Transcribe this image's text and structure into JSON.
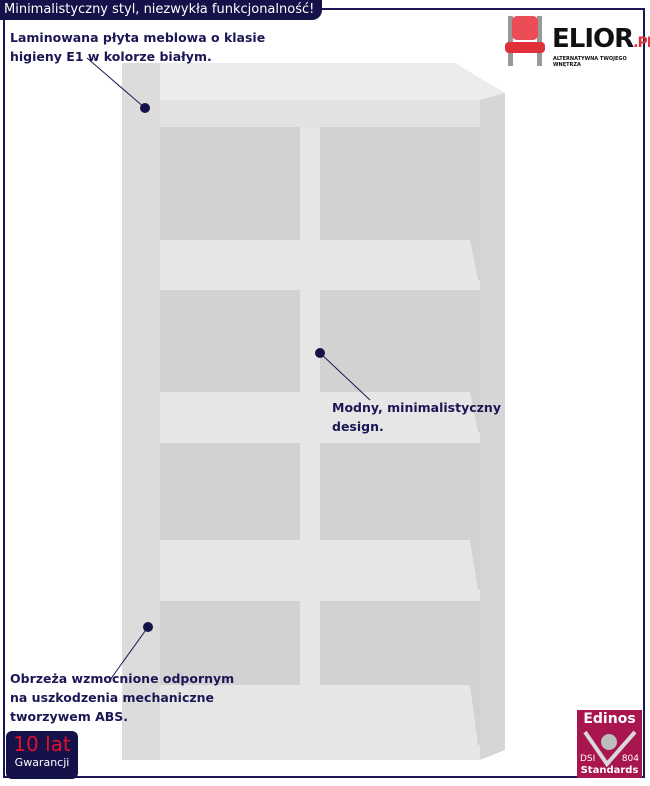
{
  "header": {
    "title": "Minimalistyczny styl, niezwykła funkcjonalność!"
  },
  "logo": {
    "name": "ELIOR",
    "suffix": ".PL",
    "tagline": "ALTERNATYWNA TWOJEGO WNĘTRZA"
  },
  "notes": [
    {
      "lines": [
        "Laminowana płyta meblowa o klasie",
        "higieny E1 w kolorze białym."
      ]
    },
    {
      "lines": [
        "Modny, minimalistyczny",
        "design."
      ]
    },
    {
      "lines": [
        "Obrzeża wzmocnione odpornym",
        "na uszkodzenia mechaniczne",
        "tworzywem ABS."
      ]
    }
  ],
  "warranty": {
    "years": "10 lat",
    "label": "Gwarancji"
  },
  "certificate": {
    "brand": "Edinos",
    "left": "DSI",
    "right": "804",
    "label": "Standards"
  },
  "colors": {
    "accent": "#15124a",
    "warranty_text": "#e0102a",
    "certificate_bg": "#a8154f",
    "shelf": "#e3e3e3"
  }
}
